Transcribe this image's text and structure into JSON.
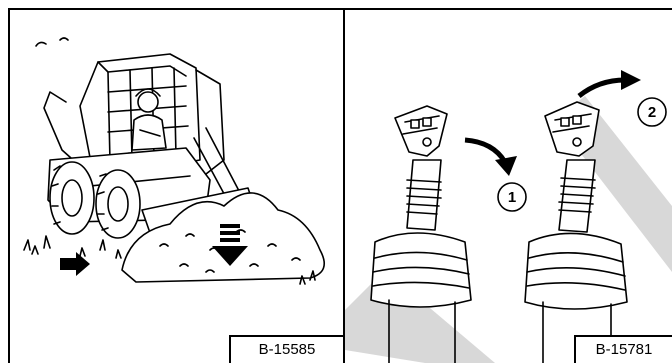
{
  "figures": [
    {
      "label": "B-15585"
    },
    {
      "label": "B-15781",
      "callouts": [
        "1",
        "2"
      ]
    }
  ],
  "colors": {
    "line": "#000000",
    "watermark": "#d8d8d8",
    "background": "#ffffff"
  }
}
